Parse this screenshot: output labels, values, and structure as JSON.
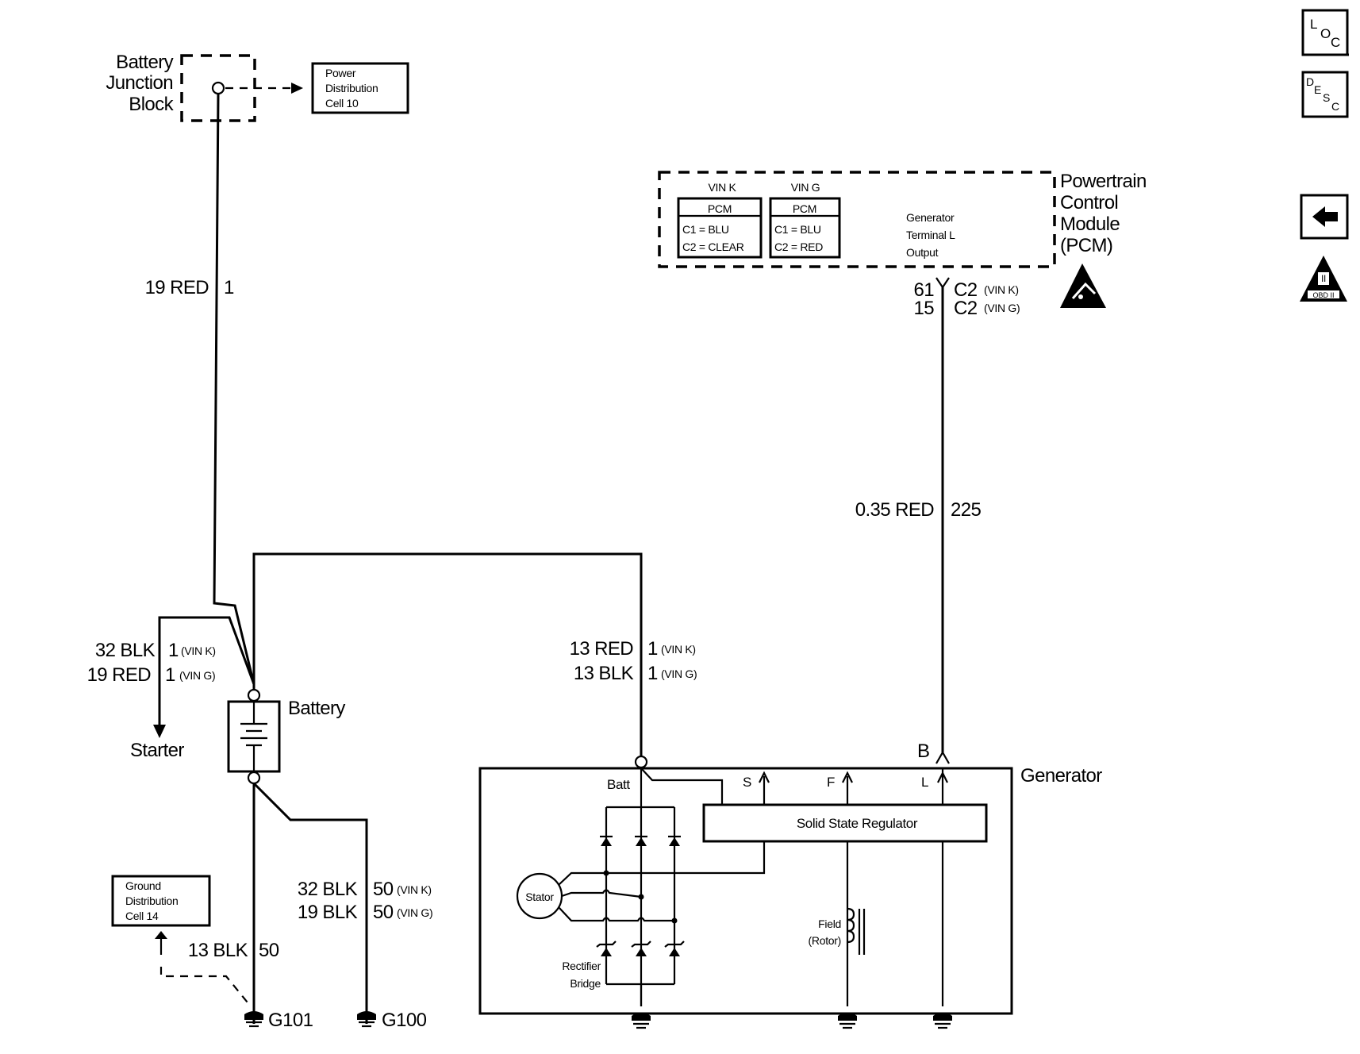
{
  "battery_junction_block": {
    "label_lines": [
      "Battery",
      "Junction",
      "Block"
    ]
  },
  "power_distribution_ref": {
    "lines": [
      "Power",
      "Distribution",
      "Cell 10"
    ]
  },
  "ground_distribution_ref": {
    "lines": [
      "Ground",
      "Distribution",
      "Cell 14"
    ]
  },
  "wires": {
    "w19red": {
      "gauge_color": "19 RED",
      "circuit": "1"
    },
    "starter_a": {
      "gauge_color": "32 BLK",
      "circuit": "1",
      "variant": "(VIN K)"
    },
    "starter_b": {
      "gauge_color": "19 RED",
      "circuit": "1",
      "variant": "(VIN G)"
    },
    "gen_batt_a": {
      "gauge_color": "13 RED",
      "circuit": "1",
      "variant": "(VIN K)"
    },
    "gen_batt_b": {
      "gauge_color": "13 BLK",
      "circuit": "1",
      "variant": "(VIN G)"
    },
    "pcm_l": {
      "gauge_color": "0.35 RED",
      "circuit": "225"
    },
    "g100_a": {
      "gauge_color": "32 BLK",
      "circuit": "50",
      "variant": "(VIN K)"
    },
    "g100_b": {
      "gauge_color": "19 BLK",
      "circuit": "50",
      "variant": "(VIN G)"
    },
    "g101": {
      "gauge_color": "13 BLK",
      "circuit": "50"
    }
  },
  "starter": {
    "label": "Starter"
  },
  "battery": {
    "label": "Battery"
  },
  "grounds": {
    "g101": "G101",
    "g100": "G100"
  },
  "pcm": {
    "title_lines": [
      "Powertrain",
      "Control",
      "Module",
      "(PCM)"
    ],
    "vin_k": {
      "header": "VIN K",
      "title": "PCM",
      "c1": "C1 = BLU",
      "c2": "C2 = CLEAR"
    },
    "vin_g": {
      "header": "VIN G",
      "title": "PCM",
      "c1": "C1 = BLU",
      "c2": "C2 = RED"
    },
    "output_lines": [
      "Generator",
      "Terminal L",
      "Output"
    ],
    "pin_k": {
      "pin": "61",
      "connector": "C2",
      "variant": "(VIN K)"
    },
    "pin_g": {
      "pin": "15",
      "connector": "C2",
      "variant": "(VIN G)"
    }
  },
  "generator": {
    "label": "Generator",
    "terminal_b": "B",
    "batt_label": "Batt",
    "terminal_s": "S",
    "terminal_f": "F",
    "terminal_l": "L",
    "regulator": "Solid State Regulator",
    "stator": "Stator",
    "field_lines": [
      "Field",
      "(Rotor)"
    ],
    "rectifier_lines": [
      "Rectifier",
      "Bridge"
    ]
  },
  "side_icons": {
    "loc": [
      "L",
      "O",
      "C"
    ],
    "desc": [
      "D",
      "E",
      "S",
      "C"
    ],
    "obd": [
      "II",
      "OBD II"
    ]
  }
}
